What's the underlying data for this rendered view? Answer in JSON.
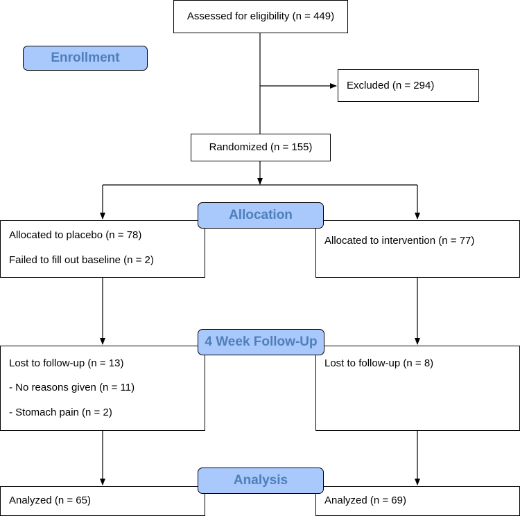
{
  "theme": {
    "label_fill": "#a9c8fb",
    "label_text": "#4f7fbb",
    "line_color": "#000000"
  },
  "stages": {
    "enrollment": "Enrollment",
    "allocation": "Allocation",
    "follow_up": "4 Week Follow-Up",
    "analysis": "Analysis"
  },
  "boxes": {
    "assessed": "Assessed for eligibility (n = 449)",
    "excluded": "Excluded (n = 294)",
    "randomized": "Randomized (n = 155)",
    "placebo": {
      "allocated": "Allocated to placebo (n = 78)",
      "failed_baseline": "Failed to fill out baseline (n = 2)",
      "lost": "Lost to follow-up (n = 13)",
      "no_reasons": "- No reasons given (n = 11)",
      "stomach_pain": "- Stomach pain (n = 2)",
      "analyzed": "Analyzed (n = 65)"
    },
    "intervention": {
      "allocated": "Allocated to intervention (n = 77)",
      "lost": "Lost to follow-up (n = 8)",
      "analyzed": "Analyzed (n = 69)"
    }
  }
}
